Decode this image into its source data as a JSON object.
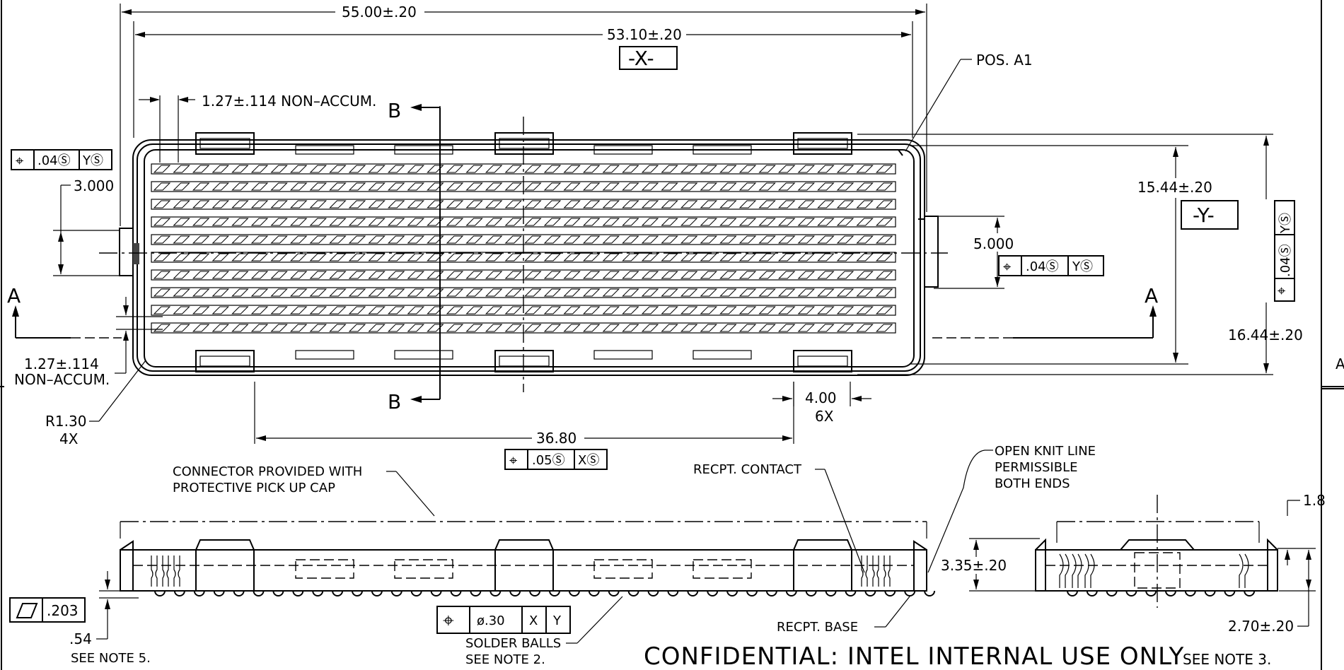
{
  "dimensions": {
    "overall_length": "55.00±.20",
    "body_length": "53.10±.20",
    "pitch_x": "1.27±.114  NON–ACCUM.",
    "pitch_y_1": "1.27±.114",
    "pitch_y_2": "NON–ACCUM.",
    "offset_left": "3.000",
    "offset_right": "5.000",
    "inner_width": "15.44±.20",
    "outer_width": "16.44±.20",
    "peg_spacing": "36.80",
    "peg_width": "4.00",
    "peg_count": "6X",
    "corner_radius": "R1.30",
    "corner_count": "4X",
    "height": "3.35±.20",
    "height_2": "2.70±.20",
    "side_dim": "1.8",
    "ball_offset": ".54",
    "flatness": ".203",
    "ball_dia": "ø.30"
  },
  "datums": {
    "x": "-X-",
    "y": "-Y-"
  },
  "fcf": {
    "position_symbol": "⌖",
    "tol_04": ".04Ⓢ",
    "y_mod": "YⓈ",
    "tol_05": ".05Ⓢ",
    "x_mod": "XⓈ",
    "x": "X",
    "y": "Y",
    "flatness_symbol": "▱"
  },
  "sections": {
    "a": "A",
    "b": "B"
  },
  "labels": {
    "pos_a1": "POS. A1",
    "cap_1": "CONNECTOR  PROVIDED  WITH",
    "cap_2": "PROTECTIVE  PICK  UP  CAP",
    "contact": "RECPT.  CONTACT",
    "knit_1": "OPEN  KNIT  LINE",
    "knit_2": "PERMISSIBLE",
    "knit_3": "BOTH  ENDS",
    "base": "RECPT.  BASE",
    "solder_1": "SOLDER  BALLS",
    "solder_2": "SEE  NOTE  2.",
    "note5": "SEE  NOTE  5.",
    "confidential": "CONFIDENTIAL:  INTEL  INTERNAL  USE  ONLY",
    "note3": "SEE  NOTE  3.",
    "edge_a": "A"
  }
}
